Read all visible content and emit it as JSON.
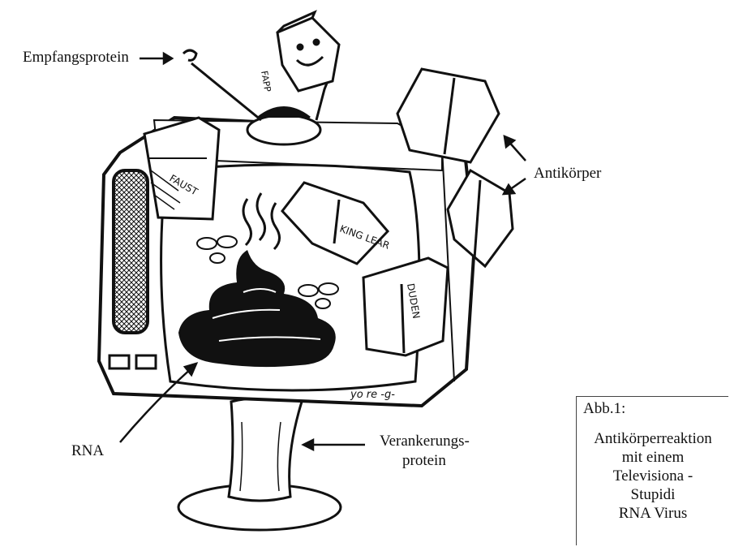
{
  "labels": {
    "receptor": "Empfangsprotein",
    "antibodies": "Antikörper",
    "rna": "RNA",
    "anchor_line1": "Verankerungs-",
    "anchor_line2": "protein"
  },
  "art_text": {
    "book_faust": "FAUST",
    "book_king_lear": "KING LEAR",
    "book_duden": "DUDEN",
    "fapp": "FAPP",
    "signature": "yo re -g-"
  },
  "caption": {
    "title": "Abb.1:",
    "lines": [
      "Antikörperreaktion",
      "mit einem",
      "Televisiona -",
      "Stupidi",
      "RNA Virus"
    ]
  },
  "colors": {
    "ink": "#111111",
    "paper": "#ffffff"
  }
}
